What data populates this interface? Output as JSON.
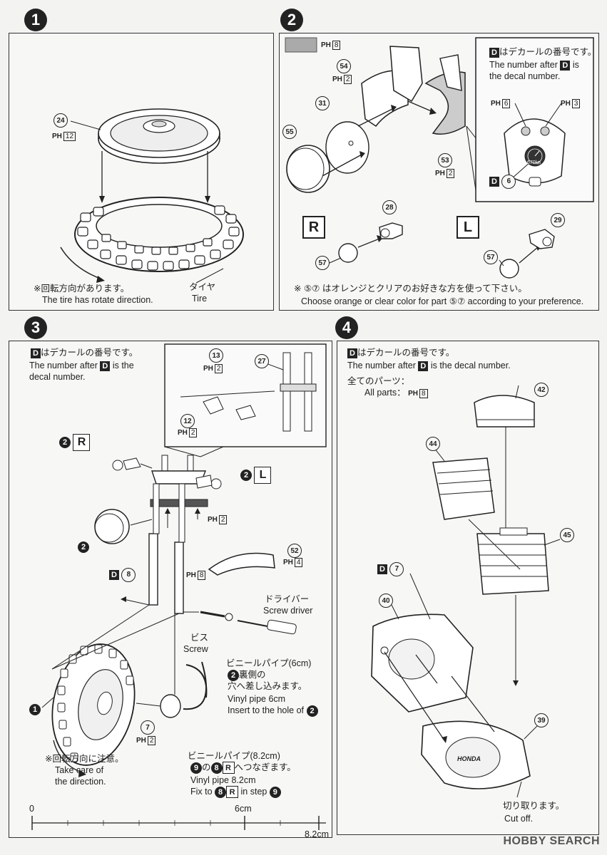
{
  "steps": {
    "s1": {
      "num": "1",
      "part24": "24",
      "part24_paint": "12",
      "note_jp": "※回転方向があります。",
      "note_en": "The tire has rotate direction.",
      "tire_jp": "タイヤ",
      "tire_en": "Tire"
    },
    "s2": {
      "num": "2",
      "color_paint": "8",
      "parts": {
        "p54": "54",
        "p54_paint": "2",
        "p31": "31",
        "p55": "55",
        "p53": "53",
        "p53_paint": "2",
        "p28": "28",
        "p29": "29",
        "p57": "57"
      },
      "inset": {
        "line1_jp": "はデカールの番号です。",
        "line2": "The number after",
        "line2b": "is",
        "line3": "the decal number.",
        "paint_left": "6",
        "paint_right": "3",
        "decal": "6",
        "gauge_text": "670㎞"
      },
      "R": "R",
      "L": "L",
      "note_jp": "※ ⑤⑦ はオレンジとクリアのお好きな方を使って下さい。",
      "note_en": "Choose orange or clear color for part ⑤⑦ according to your preference."
    },
    "s3": {
      "num": "3",
      "intro_jp": "はデカールの番号です。",
      "intro_en1": "The number after",
      "intro_en1b": "is the",
      "intro_en2": "decal number.",
      "parts": {
        "p13": "13",
        "p13_paint": "2",
        "p27": "27",
        "p12": "12",
        "p12_paint": "2",
        "p52": "52",
        "p52_paint": "4",
        "p7": "7",
        "p7_paint": "2"
      },
      "paint_fork": "2",
      "decal_fork": "8",
      "paint_fork2": "8",
      "ref2": "2",
      "R": "R",
      "L": "L",
      "ref1": "1",
      "driver_jp": "ドライバー",
      "driver_en": "Screw driver",
      "screw_jp": "ビス",
      "screw_en": "Screw",
      "pipe6_jp1": "ビニールパイプ(6cm)",
      "pipe6_jp2": "裏側の",
      "pipe6_jp3": "穴へ差し込みます。",
      "pipe6_en1": "Vinyl pipe 6cm",
      "pipe6_en2": "Insert to the hole of",
      "pipe8_jp1": "ビニールパイプ(8.2cm)",
      "pipe8_jp2a": "の",
      "pipe8_jp2b": "へつなぎます。",
      "pipe8_en1": "Vinyl pipe 8.2cm",
      "pipe8_en2a": "Fix to",
      "pipe8_en2b": "in step",
      "ref9": "9",
      "ref8": "8",
      "note_jp": "※回転方向に注意。",
      "note_en1": "Take care of",
      "note_en2": "the direction.",
      "ruler": {
        "zero": "0",
        "mid": "6cm",
        "end": "8.2cm"
      }
    },
    "s4": {
      "num": "4",
      "intro_jp": "はデカールの番号です。",
      "intro_en1": "The number after",
      "intro_en1b": "is the decal number.",
      "all_jp": "全てのパーツ：",
      "all_en": "All parts：",
      "all_paint": "8",
      "parts": {
        "p42": "42",
        "p44": "44",
        "p45": "45",
        "p40": "40",
        "p39": "39"
      },
      "decal7": "7",
      "engine_logo": "HONDA",
      "cut_jp": "切り取ります。",
      "cut_en": "Cut off."
    }
  },
  "labels": {
    "D": "D",
    "PH": "PH"
  },
  "watermark": "HOBBY SEARCH"
}
